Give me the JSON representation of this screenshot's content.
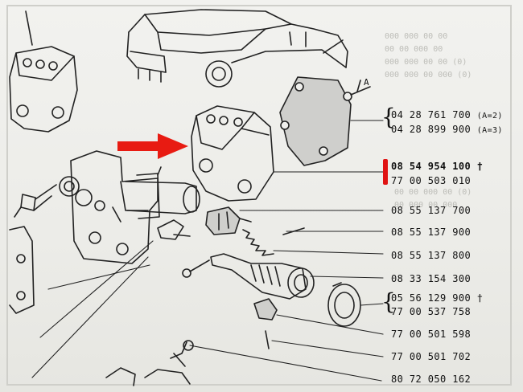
{
  "references": [
    {
      "id": "ref-1a",
      "code": "04 28 761 700",
      "note": "(A=2)"
    },
    {
      "id": "ref-1b",
      "code": "04 28 899 900",
      "note": "(A=3)"
    },
    {
      "id": "ref-2a",
      "code": "08 54 954 100 †",
      "note": ""
    },
    {
      "id": "ref-2b",
      "code": "77 00 503 010",
      "note": ""
    },
    {
      "id": "ref-3",
      "code": "08 55 137 700",
      "note": ""
    },
    {
      "id": "ref-4",
      "code": "08 55 137 900",
      "note": ""
    },
    {
      "id": "ref-5",
      "code": "08 55 137 800",
      "note": ""
    },
    {
      "id": "ref-6",
      "code": "08 33 154 300",
      "note": ""
    },
    {
      "id": "ref-7a",
      "code": "05 56 129 900 †",
      "note": ""
    },
    {
      "id": "ref-7b",
      "code": "77 00 537 758",
      "note": ""
    },
    {
      "id": "ref-8",
      "code": "77 00 501 598",
      "note": ""
    },
    {
      "id": "ref-9",
      "code": "77 00 501 702",
      "note": ""
    },
    {
      "id": "ref-10",
      "code": "80 72 050 162",
      "note": ""
    }
  ],
  "diagram_label": "A",
  "colors": {
    "highlight": "#e01313",
    "arrow": "#e81b12",
    "ink": "#111111"
  },
  "icons": {
    "arrow": "red-arrow-icon",
    "highlight": "red-marker-icon"
  }
}
